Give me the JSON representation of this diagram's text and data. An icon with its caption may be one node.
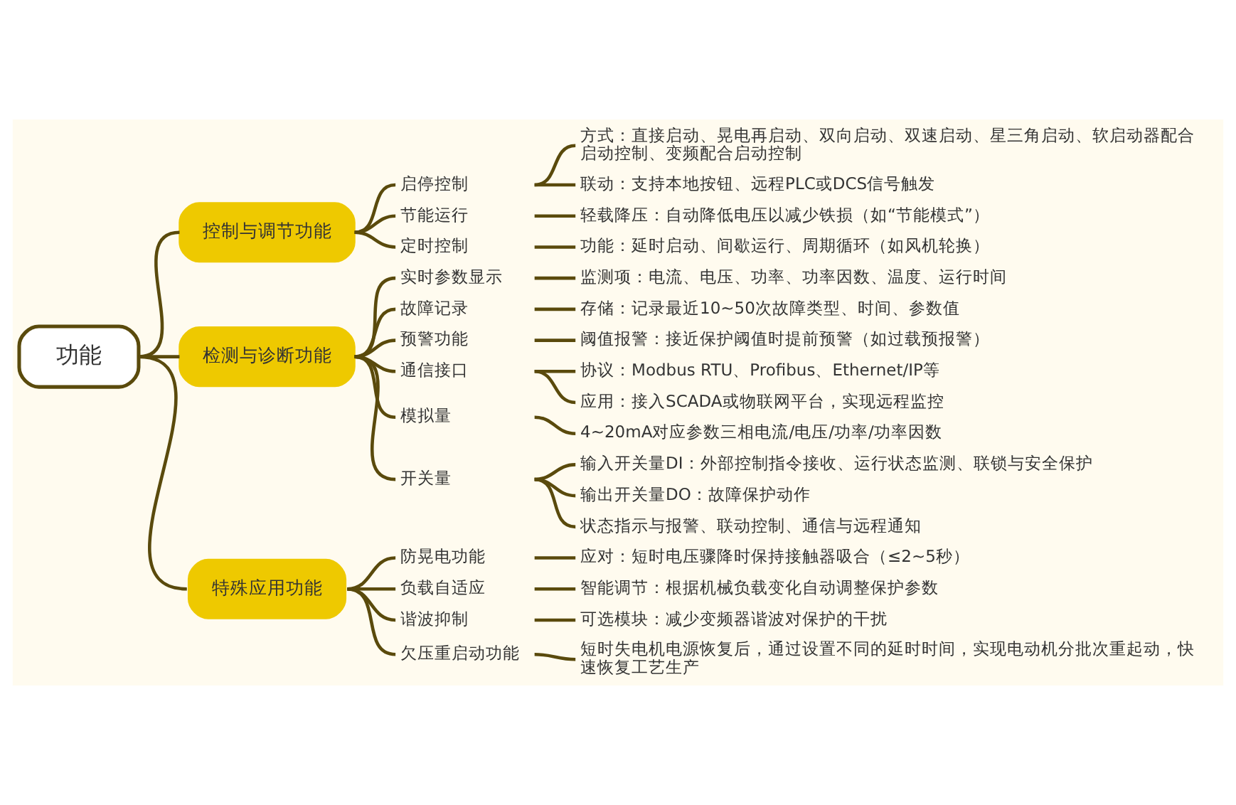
{
  "diagram": {
    "nodes": [
      {
        "text": [
          "功能"
        ]
      },
      {
        "text": [
          "控制与调节功能"
        ]
      },
      {
        "text": [
          "启停控制"
        ]
      },
      {
        "text": [
          "方式：直接启动、晃电再启动、双向启动、双速启动、星三角启动、软启动器配合启动控制、变频配合启动控制"
        ]
      },
      {
        "text": [
          "联动：支持本地按钮、远程PLC或DCS信号触发"
        ]
      },
      {
        "text": [
          "节能运行"
        ]
      },
      {
        "text": [
          "轻载降压：自动降低电压以减少铁损（如“节能模式”）"
        ]
      },
      {
        "text": [
          "定时控制"
        ]
      },
      {
        "text": [
          "功能：延时启动、间歇运行、周期循环（如风机轮换）"
        ]
      },
      {
        "text": [
          "检测与诊断功能"
        ]
      },
      {
        "text": [
          "实时参数显示"
        ]
      },
      {
        "text": [
          "监测项：电流、电压、功率、功率因数、温度、运行时间"
        ]
      },
      {
        "text": [
          "故障记录"
        ]
      },
      {
        "text": [
          "存储：记录最近10~50次故障类型、时间、参数值"
        ]
      },
      {
        "text": [
          "预警功能"
        ]
      },
      {
        "text": [
          "阈值报警：接近保护阈值时提前预警（如过载预报警）"
        ]
      },
      {
        "text": [
          "通信接口"
        ]
      },
      {
        "text": [
          "协议：Modbus RTU、Profibus、Ethernet/IP等"
        ]
      },
      {
        "text": [
          "应用：接入SCADA或物联网平台，实现远程监控"
        ]
      },
      {
        "text": [
          "模拟量"
        ]
      },
      {
        "text": [
          "4~20mA对应参数三相电流/电压/功率/功率因数"
        ]
      },
      {
        "text": [
          "开关量"
        ]
      },
      {
        "text": [
          "输入开关量DI：外部控制指令接收、运行状态监测、联锁与安全保护"
        ]
      },
      {
        "text": [
          "输出开关量DO：故障保护动作"
        ]
      },
      {
        "text": [
          "状态指示与报警、联动控制、通信与远程通知"
        ]
      },
      {
        "text": [
          "特殊应用功能"
        ]
      },
      {
        "text": [
          "防晃电功能"
        ]
      },
      {
        "text": [
          "应对：短时电压骤降时保持接触器吸合（≤2~5秒）"
        ]
      },
      {
        "text": [
          "负载自适应"
        ]
      },
      {
        "text": [
          "智能调节：根据机械负载变化自动调整保护参数"
        ]
      },
      {
        "text": [
          "谐波抑制"
        ]
      },
      {
        "text": [
          "可选模块：减少变频器谐波对保护的干扰"
        ]
      },
      {
        "text": [
          "欠压重启动功能"
        ]
      },
      {
        "text": [
          "短时失电机电源恢复后，通过设置不同的延时时间，实现电动机分批次重起动，快速恢复工艺生产"
        ]
      }
    ],
    "edges": [
      {
        "from": 0,
        "to": 1,
        "arrow": "none"
      },
      {
        "from": 1,
        "to": 2,
        "arrow": "none"
      },
      {
        "from": 2,
        "to": 3,
        "arrow": "none"
      },
      {
        "from": 2,
        "to": 4,
        "arrow": "none"
      },
      {
        "from": 1,
        "to": 5,
        "arrow": "none"
      },
      {
        "from": 5,
        "to": 6,
        "arrow": "none"
      },
      {
        "from": 1,
        "to": 7,
        "arrow": "none"
      },
      {
        "from": 7,
        "to": 8,
        "arrow": "none"
      },
      {
        "from": 0,
        "to": 9,
        "arrow": "none"
      },
      {
        "from": 9,
        "to": 10,
        "arrow": "none"
      },
      {
        "from": 10,
        "to": 11,
        "arrow": "none"
      },
      {
        "from": 9,
        "to": 12,
        "arrow": "none"
      },
      {
        "from": 12,
        "to": 13,
        "arrow": "none"
      },
      {
        "from": 9,
        "to": 14,
        "arrow": "none"
      },
      {
        "from": 14,
        "to": 15,
        "arrow": "none"
      },
      {
        "from": 9,
        "to": 16,
        "arrow": "none"
      },
      {
        "from": 16,
        "to": 17,
        "arrow": "none"
      },
      {
        "from": 16,
        "to": 18,
        "arrow": "none"
      },
      {
        "from": 9,
        "to": 19,
        "arrow": "none"
      },
      {
        "from": 19,
        "to": 20,
        "arrow": "none"
      },
      {
        "from": 9,
        "to": 21,
        "arrow": "none"
      },
      {
        "from": 21,
        "to": 22,
        "arrow": "none"
      },
      {
        "from": 21,
        "to": 23,
        "arrow": "none"
      },
      {
        "from": 21,
        "to": 24,
        "arrow": "none"
      },
      {
        "from": 0,
        "to": 25,
        "arrow": "none"
      },
      {
        "from": 25,
        "to": 26,
        "arrow": "none"
      },
      {
        "from": 26,
        "to": 27,
        "arrow": "none"
      },
      {
        "from": 25,
        "to": 28,
        "arrow": "none"
      },
      {
        "from": 28,
        "to": 29,
        "arrow": "none"
      },
      {
        "from": 25,
        "to": 30,
        "arrow": "none"
      },
      {
        "from": 30,
        "to": 31,
        "arrow": "none"
      },
      {
        "from": 25,
        "to": 32,
        "arrow": "none"
      },
      {
        "from": 32,
        "to": 33,
        "arrow": "none"
      }
    ]
  }
}
